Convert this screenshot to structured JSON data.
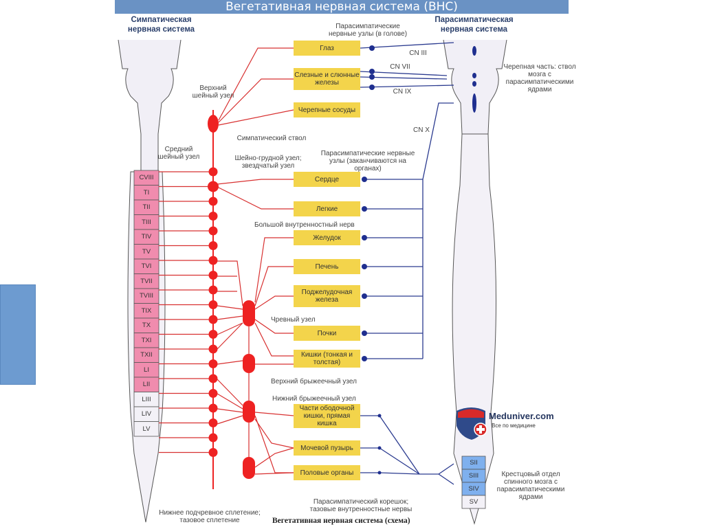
{
  "title": "Вегетативная нервная система (ВНС)",
  "caption": "Вегетативная нервная система (схема)",
  "headers": {
    "sympathetic": "Симпатическая нервная система",
    "parasympathetic": "Парасимпатическая нервная система"
  },
  "labels": {
    "parasym_head_nodes": "Парасимпатические нервные узлы (в голове)",
    "superior_cervical": "Верхний шейный узел",
    "sympathetic_trunk": "Симпатический ствол",
    "middle_cervical": "Средний шейный узел",
    "cervicothoracic": "Шейно-грудной узел; звездчатый узел",
    "parasym_organ_nodes": "Парасимпатические нервные узлы (заканчиваются на органах)",
    "greater_splanchnic": "Большой внутренностный нерв",
    "celiac": "Чревный узел",
    "superior_mesenteric": "Верхний брыжеечный узел",
    "inferior_mesenteric": "Нижний брыжеечный узел",
    "hypogastric": "Нижнее подчревное сплетение; тазовое сплетение",
    "pelvic_splanchnic": "Парасимпатический корешок; тазовые внутренностные нервы",
    "cranial_part": "Черепная часть: ствол мозга с парасимпатическими ядрами",
    "sacral_part": "Крестцовый отдел спинного мозга с парасимпатическими ядрами",
    "cn3": "CN III",
    "cn7": "CN VII",
    "cn9": "CN IX",
    "cn10": "CN X"
  },
  "organs": [
    "Глаз",
    "Слезные и слюнные железы",
    "Черепные сосуды",
    "Сердце",
    "Легкие",
    "Желудок",
    "Печень",
    "Поджелудочная железа",
    "Почки",
    "Кишки (тонкая и толстая)",
    "Части ободочной кишки, прямая кишка",
    "Мочевой пузырь",
    "Половые органы"
  ],
  "sympathetic_segments": [
    "CVIII",
    "TI",
    "TII",
    "TIII",
    "TIV",
    "TV",
    "TVI",
    "TVII",
    "TVIII",
    "TIX",
    "TX",
    "TXI",
    "TXII",
    "LI",
    "LII",
    "LIII",
    "LIV",
    "LV"
  ],
  "sacral_segments": [
    "SII",
    "SIII",
    "SIV",
    "SV"
  ],
  "brand": {
    "name": "Meduniver.com",
    "tagline": "Все по медицине"
  },
  "colors": {
    "title_bar": "#6a92c4",
    "sympathetic": "#ee2222",
    "parasympathetic": "#1f2f8f",
    "organ_box": "#f3d44b",
    "sympathetic_segment": "#f08cae",
    "sacral_segment": "#7fb0ee"
  }
}
